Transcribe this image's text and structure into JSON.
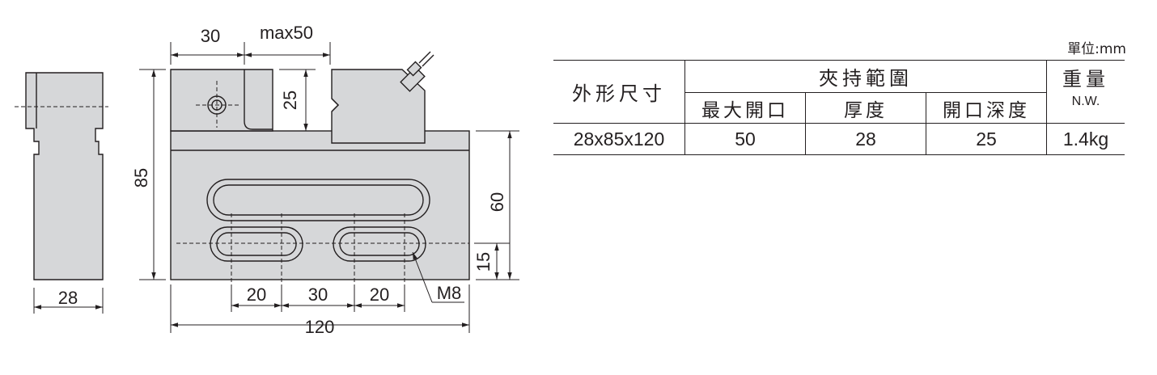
{
  "drawing": {
    "dim_top_30": "30",
    "dim_top_max50": "max50",
    "dim_jaw_25": "25",
    "dim_height_85": "85",
    "dim_height_60": "60",
    "dim_height_15": "15",
    "dim_width_28": "28",
    "dim_bottom_20a": "20",
    "dim_bottom_30": "30",
    "dim_bottom_20b": "20",
    "dim_length_120": "120",
    "thread_label": "M8"
  },
  "spec_table": {
    "unit": "單位:mm",
    "header_size": "外形尺寸",
    "header_range": "夾持範圍",
    "header_opening": "最大開口",
    "header_thickness": "厚度",
    "header_depth": "開口深度",
    "header_weight": "重量",
    "header_nw": "N.W.",
    "row": {
      "size": "28x85x120",
      "opening": "50",
      "thickness": "28",
      "depth": "25",
      "weight": "1.4kg"
    }
  }
}
